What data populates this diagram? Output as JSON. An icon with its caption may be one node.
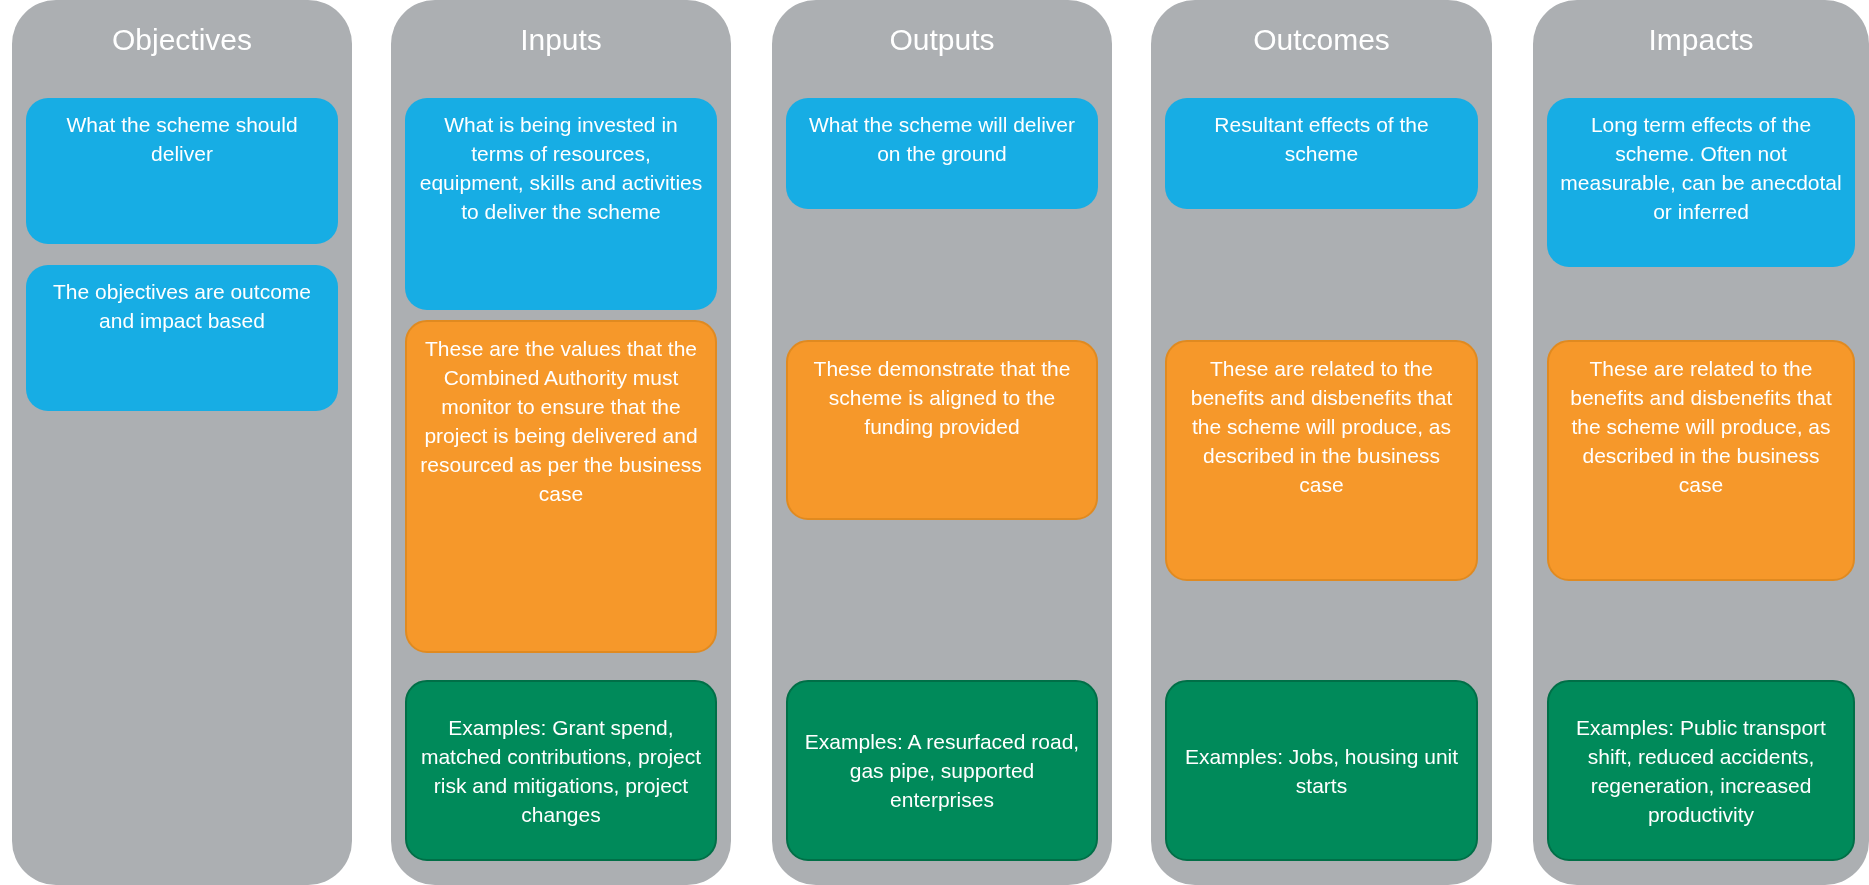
{
  "diagram": {
    "nodes": [
      {
        "text": [
          "Objectives"
        ]
      },
      {
        "text": [
          "What the scheme should deliver"
        ],
        "in": 0
      },
      {
        "text": [
          "The objectives are outcome and impact based"
        ],
        "in": 0
      },
      {
        "text": [
          "Inputs"
        ]
      },
      {
        "text": [
          "What is being invested in terms of resources, equipment, skills and activities to deliver the scheme"
        ],
        "in": 3
      },
      {
        "text": [
          "These are the values that the Combined Authority must monitor to ensure that the project is being delivered and resourced as per the business case"
        ],
        "in": 3
      },
      {
        "text": [
          "Examples: Grant spend, matched contributions, project risk and mitigations, project changes"
        ],
        "in": 3
      },
      {
        "text": [
          "Outputs"
        ]
      },
      {
        "text": [
          "What the scheme will deliver on the ground"
        ],
        "in": 7
      },
      {
        "text": [
          "These demonstrate that the scheme is aligned to the funding provided"
        ],
        "in": 7
      },
      {
        "text": [
          "Examples: A resurfaced road, gas pipe, supported enterprises"
        ],
        "in": 7
      },
      {
        "text": [
          "Outcomes"
        ]
      },
      {
        "text": [
          "Resultant effects of the scheme"
        ],
        "in": 11
      },
      {
        "text": [
          "These are related to the benefits and disbenefits that the scheme will produce, as described in the business case"
        ],
        "in": 11
      },
      {
        "text": [
          "Examples: Jobs, housing unit starts"
        ],
        "in": 11
      },
      {
        "text": [
          "Impacts"
        ]
      },
      {
        "text": [
          "Long term effects of the scheme. Often not measurable, can be anecdotal or inferred"
        ],
        "in": 15
      },
      {
        "text": [
          "These are related to the benefits and disbenefits that the scheme will produce, as described in the business case"
        ],
        "in": 15
      },
      {
        "text": [
          "Examples: Public transport shift, reduced accidents, regeneration, increased productivity"
        ],
        "in": 15
      }
    ]
  }
}
